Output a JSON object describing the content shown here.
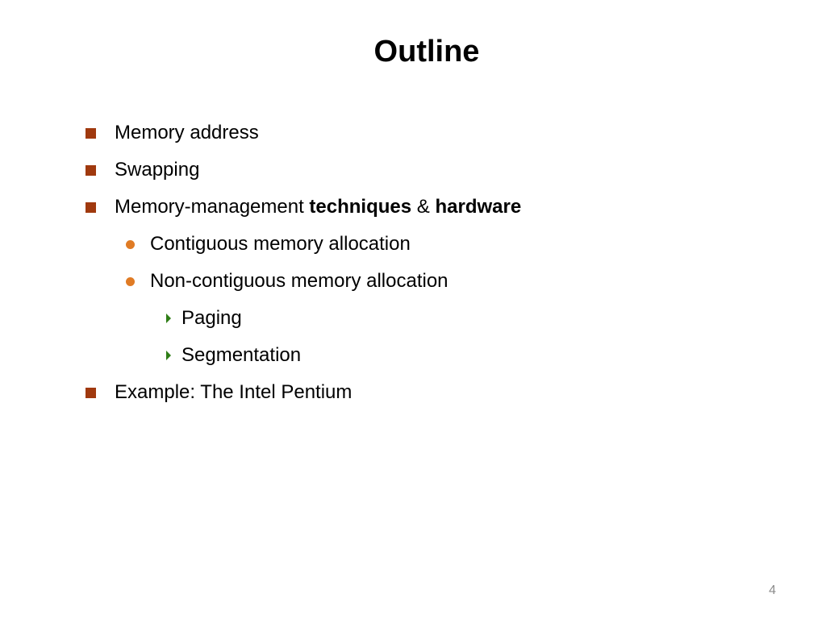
{
  "slide": {
    "title": "Outline",
    "page_number": "4",
    "colors": {
      "level1_bullet": "#a0390e",
      "level2_bullet": "#e07b24",
      "level3_bullet": "#2e7d16"
    },
    "items": [
      {
        "text": "Memory address"
      },
      {
        "text": "Swapping"
      },
      {
        "pre": "Memory-management ",
        "bold1": "techniques",
        "mid": " & ",
        "bold2": "hardware"
      },
      {
        "text": "Contiguous memory allocation"
      },
      {
        "text": "Non-contiguous memory allocation"
      },
      {
        "text": "Paging"
      },
      {
        "text": "Segmentation"
      },
      {
        "text": "Example: The Intel Pentium"
      }
    ]
  }
}
